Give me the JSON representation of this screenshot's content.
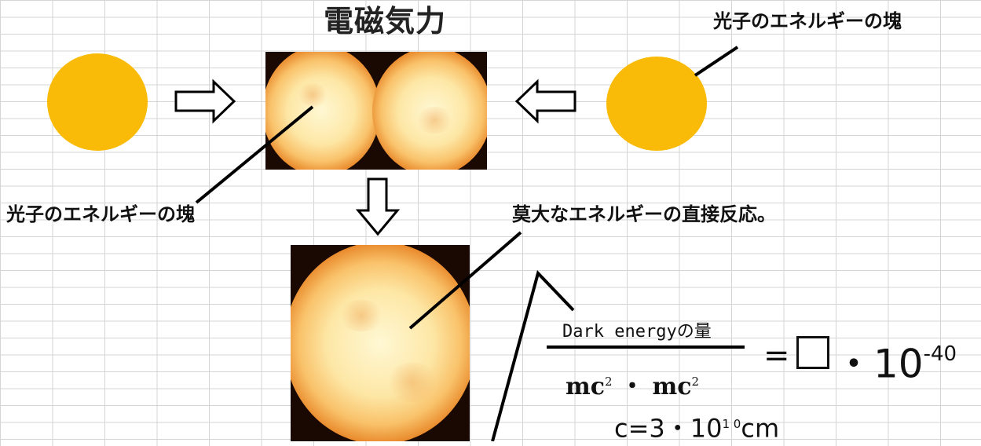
{
  "title": "電磁気力",
  "labels": {
    "photon_energy_top_right": "光子のエネルギーの塊",
    "photon_energy_left": "光子のエネルギーの塊",
    "reaction": "莫大なエネルギーの直接反応。"
  },
  "formula": {
    "numerator": "Dark energyの量",
    "denominator_term_1": "mc",
    "denominator_term_1_exp": "2",
    "denominator_sep": " ・ ",
    "denominator_term_2": "mc",
    "denominator_term_2_exp": "2",
    "equals": "=",
    "multiplier": "・10",
    "exponent": "-40",
    "c_value_base": "c=3・10",
    "c_value_exp": "1 0",
    "c_value_unit": "cm"
  },
  "colors": {
    "photon": "#f9bb07",
    "grid": "#d4d4d4"
  }
}
